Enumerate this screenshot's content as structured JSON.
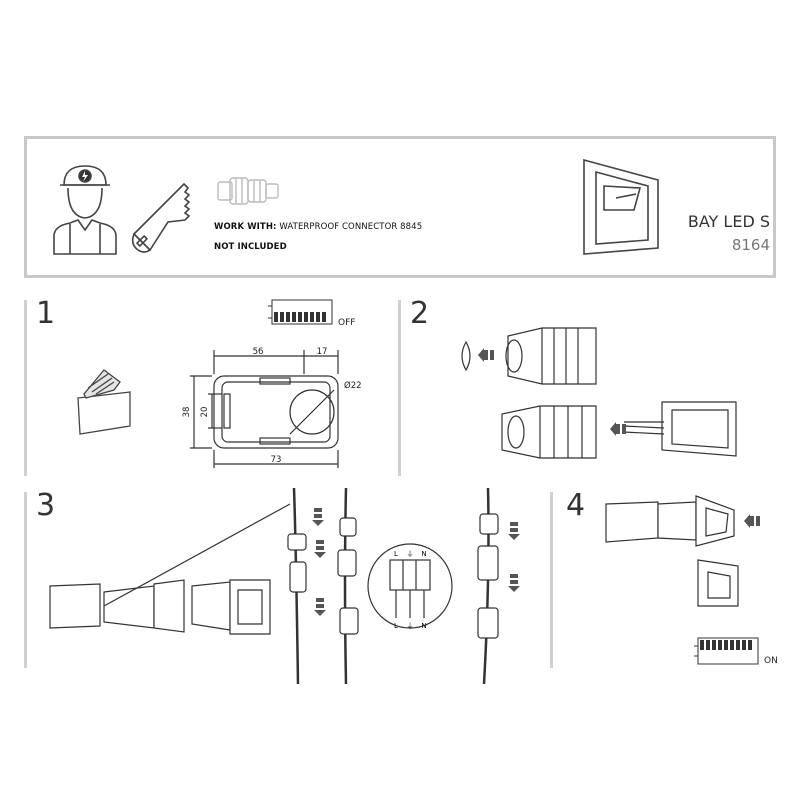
{
  "header": {
    "work_with_label": "WORK WITH:",
    "work_with_value": "WATERPROOF CONNECTOR 8845",
    "not_included": "NOT INCLUDED",
    "product_name": "BAY LED S",
    "product_code": "8164"
  },
  "steps": {
    "step1": {
      "number": "1",
      "switch_state": "OFF",
      "dimensions": {
        "width_inner": "56",
        "offset": "17",
        "diameter": "Ø22",
        "height_outer": "38",
        "height_inner": "20",
        "width_outer": "73"
      }
    },
    "step2": {
      "number": "2"
    },
    "step3": {
      "number": "3",
      "terminal_top": [
        "L",
        "⏚",
        "N"
      ],
      "terminal_bottom": [
        "L",
        "⏚",
        "N"
      ]
    },
    "step4": {
      "number": "4",
      "switch_state": "ON"
    }
  },
  "icons": [
    "electrician-icon",
    "saw-icon",
    "connector-icon",
    "lamp-icon",
    "arrow-icon"
  ]
}
